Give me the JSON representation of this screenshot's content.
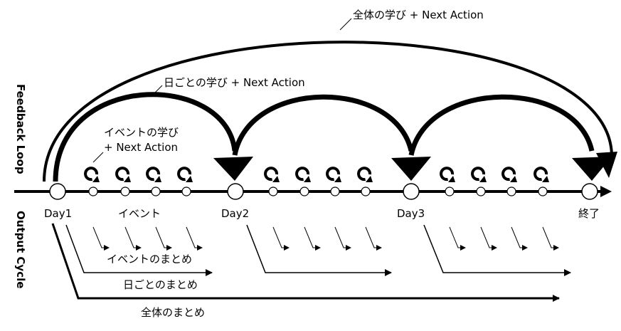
{
  "side_labels": {
    "feedback": "Feedback Loop",
    "output": "Output Cycle"
  },
  "feedback_labels": {
    "overall": "全体の学び + Next Action",
    "daily": "日ごとの学び + Next Action",
    "event_line1": "イベントの学び",
    "event_line2": "+ Next Action"
  },
  "timeline_labels": {
    "day1": "Day1",
    "event": "イベント",
    "day2": "Day2",
    "day3": "Day3",
    "end": "終了"
  },
  "output_labels": {
    "event_summary": "イベントのまとめ",
    "daily_summary": "日ごとのまとめ",
    "overall_summary": "全体のまとめ"
  },
  "colors": {
    "line": "#000000",
    "node_fill": "#ffffff",
    "background": "#ffffff"
  },
  "icons": {
    "cycle": "refresh-cycle-icon"
  }
}
